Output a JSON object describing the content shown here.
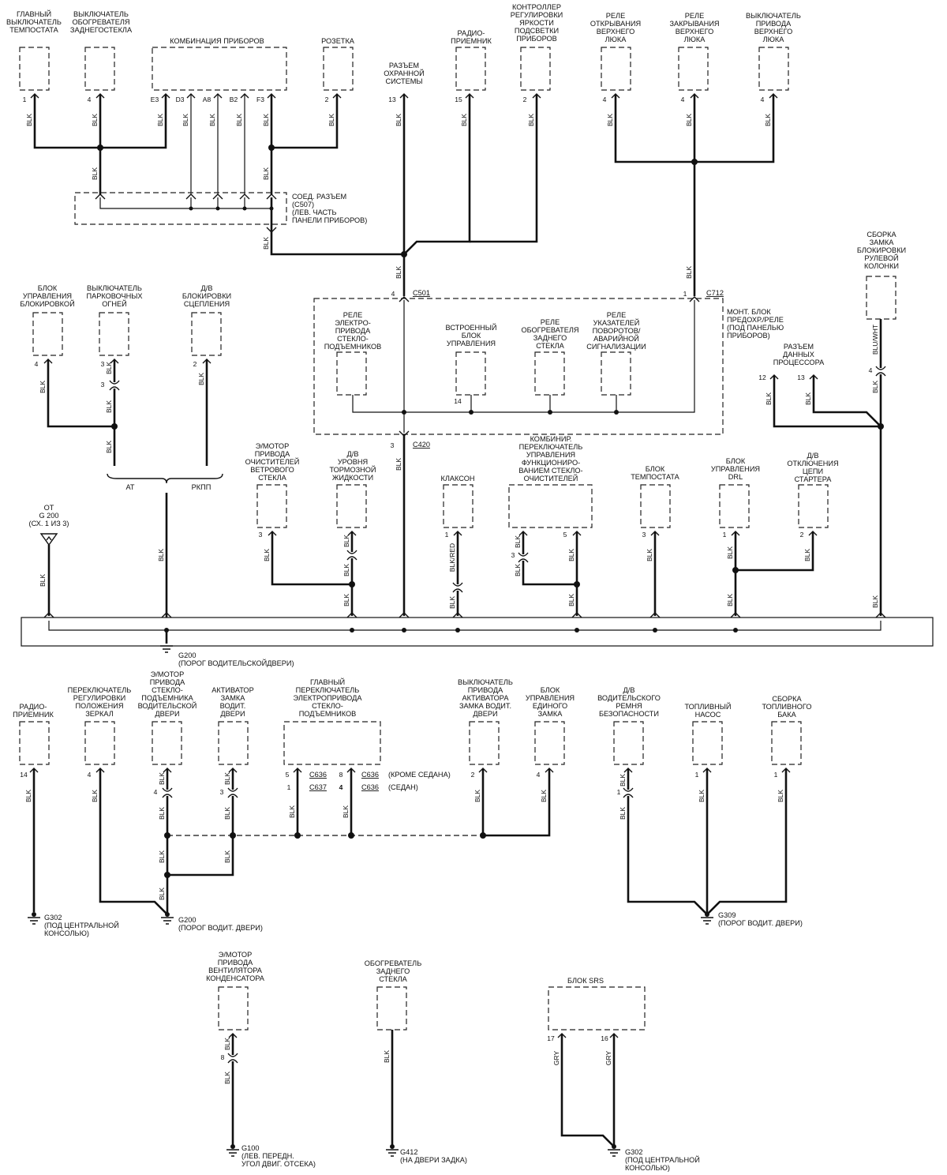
{
  "components": {
    "main_switch_tempostat": "ГЛАВНЫЙ|ВЫКЛЮЧАТЕЛЬ|ТЕМПОСТАТА",
    "rear_defog_switch": "ВЫКЛЮЧАТЕЛЬ|ОБОГРЕВАТЕЛЯ|ЗАДНЕГОСТЕКЛА",
    "instrument_cluster": "КОМБИНАЦИЯ ПРИБОРОВ",
    "socket": "РОЗЕТКА",
    "alarm_connector": "РАЗЪЕМ|ОХРАННОЙ|СИСТЕМЫ",
    "radio_top": "РАДИО-|ПРИЕМНИК",
    "dimmer_controller": "КОНТРОЛЛЕР|РЕГУЛИРОВКИ|ЯРКОСТИ|ПОДСВЕТКИ|ПРИБОРОВ",
    "sunroof_open_relay": "РЕЛЕ|ОТКРЫВАНИЯ|ВЕРХНЕГО|ЛЮКА",
    "sunroof_close_relay": "РЕЛЕ|ЗАКРЫВАНИЯ|ВЕРХНЕГО|ЛЮКА",
    "sunroof_switch": "ВЫКЛЮЧАТЕЛЬ|ПРИВОДА|ВЕРХНЕГО|ЛЮКА",
    "connector_c507": "СОЕД. РАЗЪЕМ|(C507)|(ЛЕВ. ЧАСТЬ|ПАНЕЛИ ПРИБОРОВ)",
    "lock_control_unit": "БЛОК|УПРАВЛЕНИЯ|БЛОКИРОВКОЙ",
    "parking_lamp_switch": "ВЫКЛЮЧАТЕЛЬ|ПАРКОВОЧНЫХ|ОГНЕЙ",
    "clutch_interlock": "Д/В|БЛОКИРОВКИ|СЦЕПЛЕНИЯ",
    "fuse_relay_box": "МОНТ. БЛОК|ПРЕДОХР./РЕЛЕ|(ПОД ПАНЕЛЬЮ|ПРИБОРОВ)",
    "power_window_relay": "РЕЛЕ|ЭЛЕКТРО-|ПРИВОДА|СТЕКЛО-|ПОДЪЕМНИКОВ",
    "builtin_control_unit": "ВСТРОЕННЫЙ|БЛОК|УПРАВЛЕНИЯ",
    "rear_defog_relay": "РЕЛЕ|ОБОГРЕВАТЕЛЯ|ЗАДНЕГО|СТЕКЛА",
    "turn_hazard_relay": "РЕЛЕ|УКАЗАТЕЛЕЙ|ПОВОРОТОВ/|АВАРИЙНОЙ|СИГНАЛИЗАЦИИ",
    "steering_lock_assembly": "СБОРКА|ЗАМКА|БЛОКИРОВКИ|РУЛЕВОЙ|КОЛОНКИ",
    "data_link_connector": "РАЗЪЕМ|ДАННЫХ|ПРОЦЕССОРА",
    "wiper_motor": "Э/МОТОР|ПРИВОДА|ОЧИСТИТЕЛЕЙ|ВЕТРОВОГО|СТЕКЛА",
    "brake_fluid_sensor": "Д/В|УРОВНЯ|ТОРМОЗНОЙ|ЖИДКОСТИ",
    "horn": "КЛАКСОН",
    "wiper_combination_switch": "КОМБИНИР.|ПЕРЕКЛЮЧАТЕЛЬ|УПРАВЛЕНИЯ|ФУНКЦИОНИРО-|ВАНИЕМ СТЕКЛО-|ОЧИСТИТЕЛЕЙ",
    "tempostat_unit": "БЛОК|ТЕМПОСТАТА",
    "drl_unit": "БЛОК|УПРАВЛЕНИЯ|DRL",
    "starter_cut_sensor": "Д/В|ОТКЛЮЧЕНИЯ|ЦЕПИ|СТАРТЕРА",
    "from_g200": "ОТ|G 200|(СХ. 1 ИЗ 3)",
    "at": "AT",
    "mt": "РКПП",
    "g200_label": "G200|(ПОРОГ ВОДИТЕЛЬСКОЙДВЕРИ)",
    "radio_bottom": "РАДИО-|ПРИЕМНИК",
    "mirror_switch": "ПЕРЕКЛЮЧАТЕЛЬ|РЕГУЛИРОВКИ|ПОЛОЖЕНИЯ|ЗЕРКАЛ",
    "driver_window_motor": "Э/МОТОР|ПРИВОДА|СТЕКЛО-|ПОДЪЕМНИКА|ВОДИТЕЛЬСКОЙ|ДВЕРИ",
    "driver_lock_actuator": "АКТИВАТОР|ЗАМКА|ВОДИТ.|ДВЕРИ",
    "master_window_switch": "ГЛАВНЫЙ|ПЕРЕКЛЮЧАТЕЛЬ|ЭЛЕКТРОПРИВОДА|СТЕКЛО-|ПОДЪЕМНИКОВ",
    "lock_actuator_switch": "ВЫКЛЮЧАТЕЛЬ|ПРИВОДА|АКТИВАТОРА|ЗАМКА ВОДИТ.|ДВЕРИ",
    "central_lock_unit": "БЛОК|УПРАВЛЕНИЯ|ЕДИНОГО|ЗАМКА",
    "seatbelt_sensor": "Д/В|ВОДИТЕЛЬСКОГО|РЕМНЯ|БЕЗОПАСНОСТИ",
    "fuel_pump": "ТОПЛИВНЫЙ|НАСОС",
    "fuel_tank_assembly": "СБОРКА|ТОПЛИВНОГО|БАКА",
    "except_sedan": "(КРОМЕ СЕДАНА)",
    "sedan": "(СЕДАН)",
    "g302_label_mid": "G302|(ПОД ЦЕНТРАЛЬНОЙ|КОНСОЛЬЮ)",
    "g200_label_mid": "G200|(ПОРОГ ВОДИТ. ДВЕРИ)",
    "g309_label": "G309|(ПОРОГ ВОДИТ. ДВЕРИ)",
    "fan_motor": "Э/МОТОР|ПРИВОДА|ВЕНТИЛЯТОРА|КОНДЕНСАТОРА",
    "rear_defogger": "ОБОГРЕВАТЕЛЬ|ЗАДНЕГО|СТЕКЛА",
    "srs_unit": "БЛОК SRS",
    "g100_label": "G100|(ЛЕВ. ПЕРЕДН.|УГОЛ ДВИГ. ОТСЕКА)",
    "g412_label": "G412|(НА ДВЕРИ ЗАДКА)",
    "g302_label_bot": "G302|(ПОД ЦЕНТРАЛЬНОЙ|КОНСОЛЬЮ)"
  },
  "connector_ids": {
    "c501": "C501",
    "c712": "C712",
    "c420": "C420",
    "c636_a": "C636",
    "c636_b": "C636",
    "c637": "C637",
    "c636_c": "C636"
  },
  "pins": {
    "p_tempo_sw": "1",
    "p_defog_sw": "4",
    "p_e3": "E3",
    "p_d3": "D3",
    "p_a8": "A8",
    "p_b2": "B2",
    "p_f3": "F3",
    "p_socket": "2",
    "p_alarm": "13",
    "p_radio_top": "15",
    "p_dimmer": "2",
    "p_sr_open": "4",
    "p_sr_close": "4",
    "p_sr_sw": "4",
    "p_c501": "4",
    "p_c712": "1",
    "p_lock_unit": "4",
    "p_park": "3",
    "p_park2": "3",
    "p_clutch": "2",
    "p_builtin": "14",
    "p_c420": "3",
    "p_steer": "4",
    "p_dlc1": "12",
    "p_dlc2": "13",
    "p_wiper": "3",
    "p_horn": "1",
    "p_wsw1": "3",
    "p_wsw2": "5",
    "p_tempo_unit": "3",
    "p_drl": "1",
    "p_starter": "2",
    "p_radio_bot": "14",
    "p_mirror": "4",
    "p_dwm": "4",
    "p_dla": "3",
    "p_mws1": "5",
    "p_mws2": "8",
    "p_mws3": "1",
    "p_mws4": "4",
    "p_las": "2",
    "p_clu": "4",
    "p_belt": "1",
    "p_pump": "1",
    "p_tank": "1",
    "p_fan": "8",
    "p_srs1": "17",
    "p_srs2": "16"
  },
  "wire_colors": {
    "blk": "BLK",
    "blk_red": "BLK/RED",
    "blu_wht": "BLU/WHT",
    "gry": "GRY"
  },
  "colors": {
    "line": "#111111",
    "background": "#ffffff"
  }
}
